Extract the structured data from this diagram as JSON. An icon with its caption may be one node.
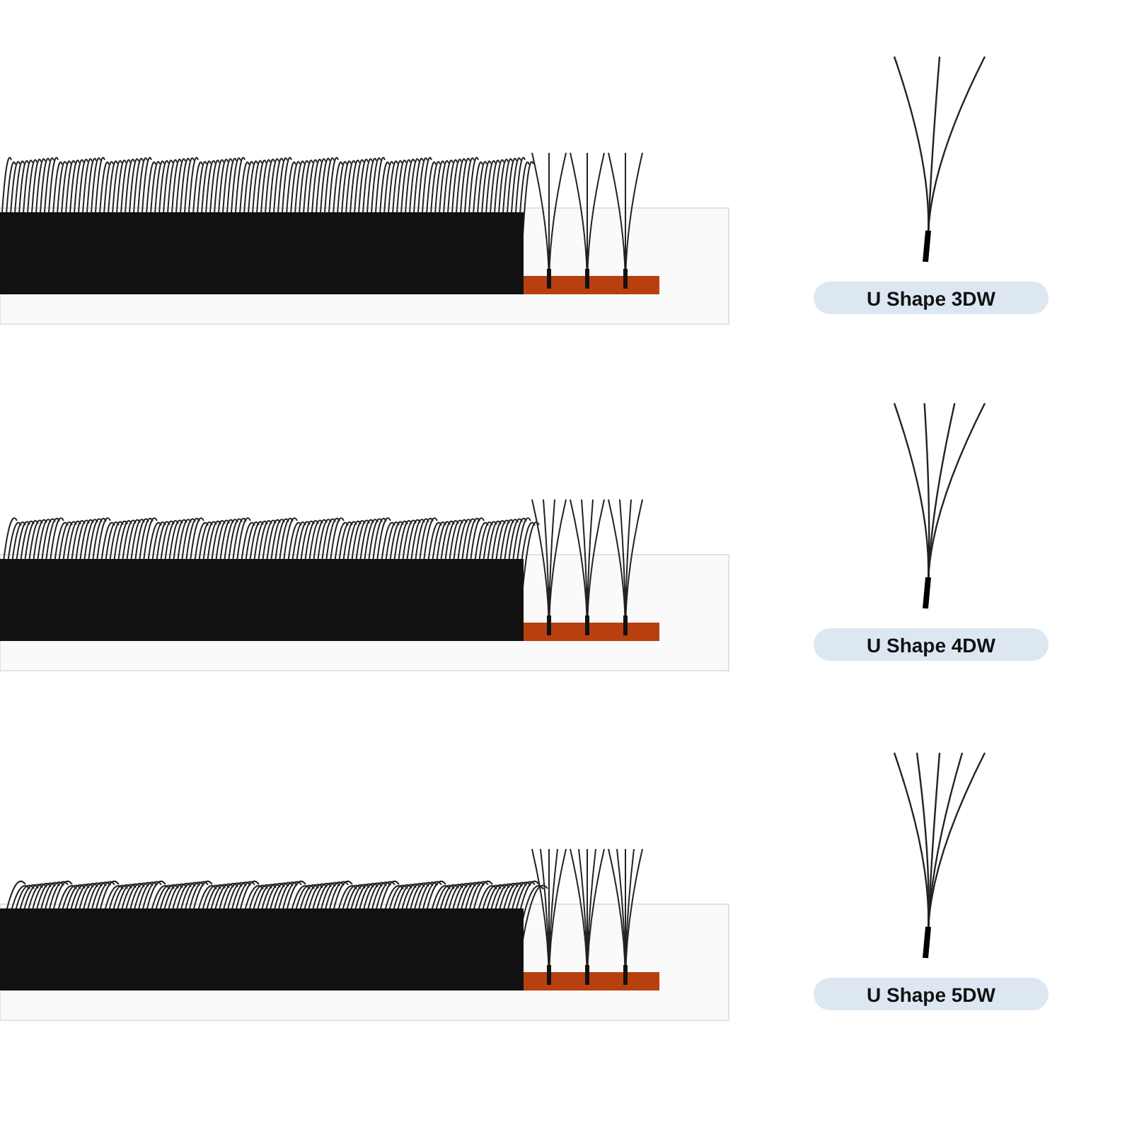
{
  "diagram": {
    "nodes": [
      {
        "text": [
          "U Shape 3DW"
        ]
      },
      {
        "text": [
          "U Shape 4DW"
        ]
      },
      {
        "text": [
          "U Shape 5DW"
        ]
      }
    ]
  }
}
